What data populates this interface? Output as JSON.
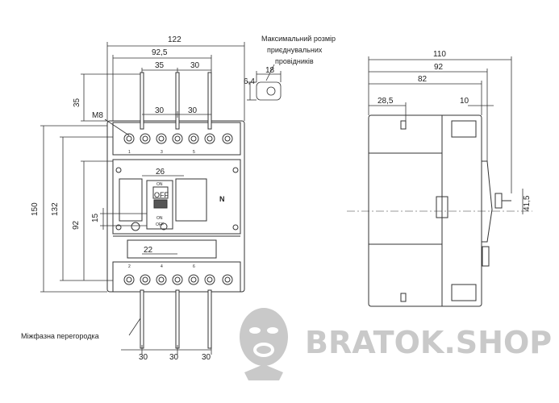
{
  "front_view": {
    "width_total": "122",
    "width_poles_span": "92,5",
    "pitch_35": "35",
    "pitch_30_top": "30",
    "terminal_pitch_left": "30",
    "terminal_pitch_right": "30",
    "bar_length": "35",
    "screw_label": "M8",
    "height_total": "150",
    "height_mid": "132",
    "height_low": "92",
    "offset_15": "15",
    "handle_width": "26",
    "handle_travel": "22",
    "bottom_pitch_1": "30",
    "bottom_pitch_2": "30",
    "bottom_pitch_3": "30",
    "top_terminal_numbers": [
      "1",
      "3",
      "5"
    ],
    "bottom_terminal_numbers": [
      "2",
      "4",
      "6"
    ],
    "handle_on_label": "ON",
    "handle_off_label": "OFF",
    "handle_on_label_low": "ON",
    "handle_off_label_low": "OFF",
    "neutral_mark": "N",
    "phase_barrier_label": "Міжфазна перегородка"
  },
  "conductor_note": {
    "line1": "Максимальний розмір",
    "line2": "приєднувальних",
    "line3": "провідників",
    "dim_6_4": "6,4",
    "dim_18": "18"
  },
  "side_view": {
    "depth_total": "110",
    "depth_92": "92",
    "depth_82": "82",
    "offset_28_5": "28,5",
    "offset_10": "10",
    "handle_height": "41,5"
  },
  "watermark": {
    "text": "BRATOK.SHOP",
    "logo_icon": "gorilla-logo-icon"
  }
}
